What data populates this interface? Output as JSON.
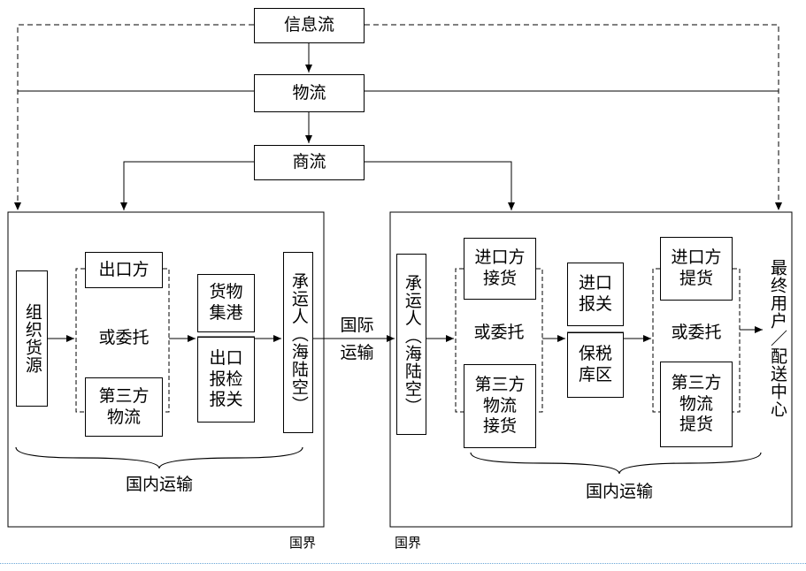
{
  "top": {
    "info_flow": "信息流",
    "logistics_flow": "物流",
    "commerce_flow": "商流"
  },
  "left_panel": {
    "source": "组织货源",
    "exporter": "出口方",
    "or_commission": "或委托",
    "third_party": "第三方\n物流",
    "cargo_port": "货物\n集港",
    "inspection": "出口\n报检\n报关",
    "carrier": "承运人（海陆空）",
    "domestic": "国内运输"
  },
  "middle": {
    "international": "国际\n运输"
  },
  "right_panel": {
    "carrier": "承运人（海陆空）",
    "importer_receive": "进口方\n接货",
    "or_commission_1": "或委托",
    "third_party_receive": "第三方\n物流\n接货",
    "import_customs": "进口\n报关",
    "bonded_area": "保税\n库区",
    "importer_pickup": "进口方\n提货",
    "or_commission_2": "或委托",
    "third_party_pickup": "第三方\n物流\n提货",
    "end_user": "最终用户／配送中心",
    "domestic": "国内运输"
  },
  "borders": {
    "left": "国界",
    "right": "国界"
  }
}
